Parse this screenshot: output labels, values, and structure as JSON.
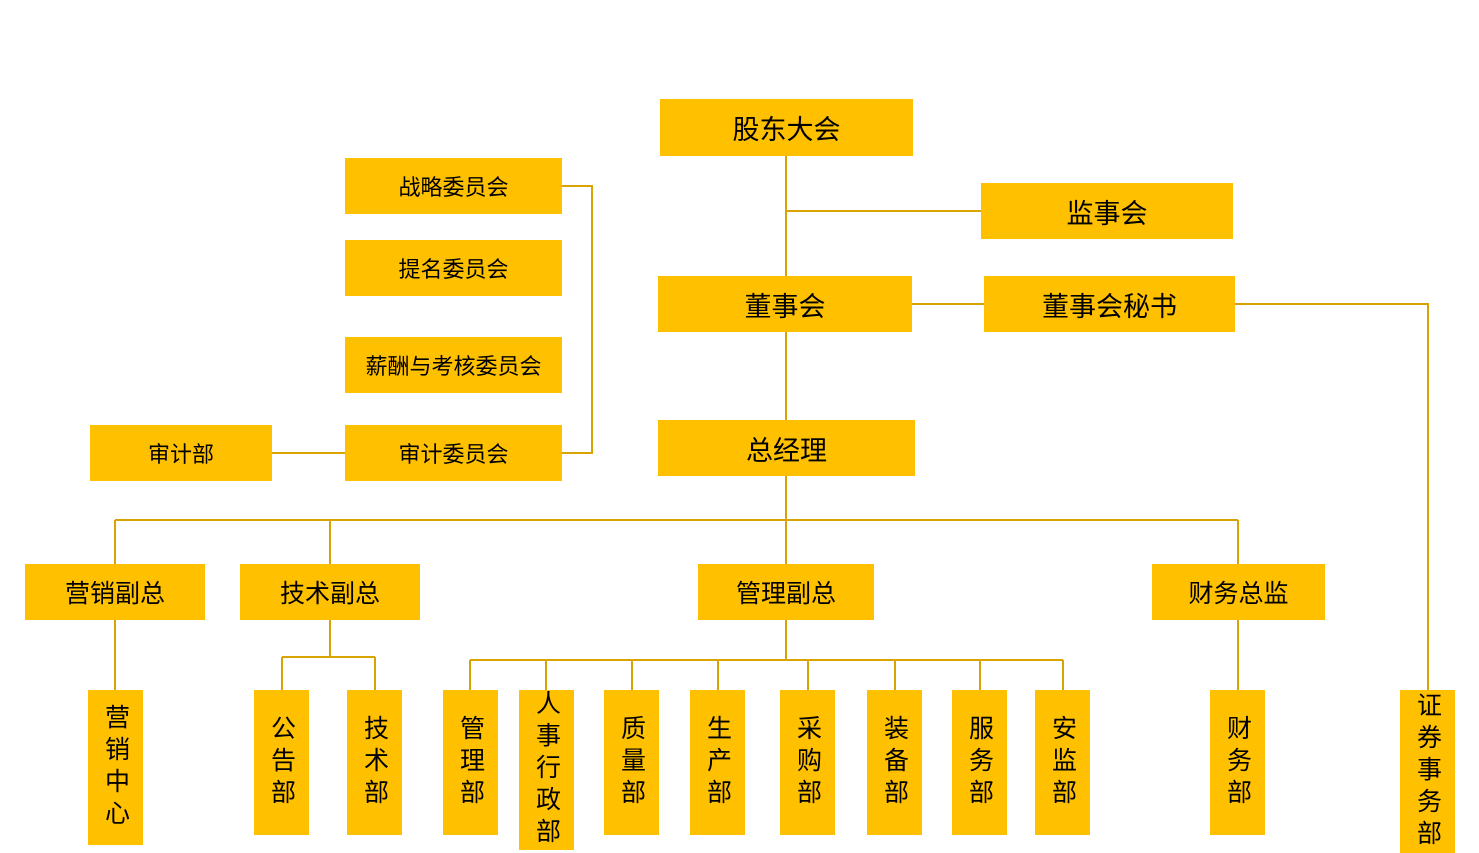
{
  "diagram": {
    "type": "org-chart",
    "box_color": "#FFC000",
    "line_color": "#D9A300",
    "text_color": "#000000",
    "background_color": "#FFFFFF"
  },
  "nodes": {
    "shareholders": {
      "label": "股东大会"
    },
    "strategy_committee": {
      "label": "战略委员会"
    },
    "nomination_committee": {
      "label": "提名委员会"
    },
    "compensation_committee": {
      "label": "薪酬与考核委员会"
    },
    "audit_committee": {
      "label": "审计委员会"
    },
    "audit_dept": {
      "label": "审计部"
    },
    "supervisory_board": {
      "label": "监事会"
    },
    "board_of_directors": {
      "label": "董事会"
    },
    "board_secretary": {
      "label": "董事会秘书"
    },
    "general_manager": {
      "label": "总经理"
    },
    "marketing_vp": {
      "label": "营销副总"
    },
    "tech_vp": {
      "label": "技术副总"
    },
    "management_vp": {
      "label": "管理副总"
    },
    "finance_director": {
      "label": "财务总监"
    },
    "marketing_center": {
      "label": "营销中心"
    },
    "announcement_dept": {
      "label": "公告部"
    },
    "tech_dept": {
      "label": "技术部"
    },
    "management_dept": {
      "label": "管理部"
    },
    "hr_admin_dept": {
      "label": "人事行政部"
    },
    "quality_dept": {
      "label": "质量部"
    },
    "production_dept": {
      "label": "生产部"
    },
    "purchasing_dept": {
      "label": "采购部"
    },
    "equipment_dept": {
      "label": "装备部"
    },
    "service_dept": {
      "label": "服务部"
    },
    "safety_dept": {
      "label": "安监部"
    },
    "finance_dept": {
      "label": "财务部"
    },
    "securities_dept": {
      "label": "证券事务部"
    }
  }
}
